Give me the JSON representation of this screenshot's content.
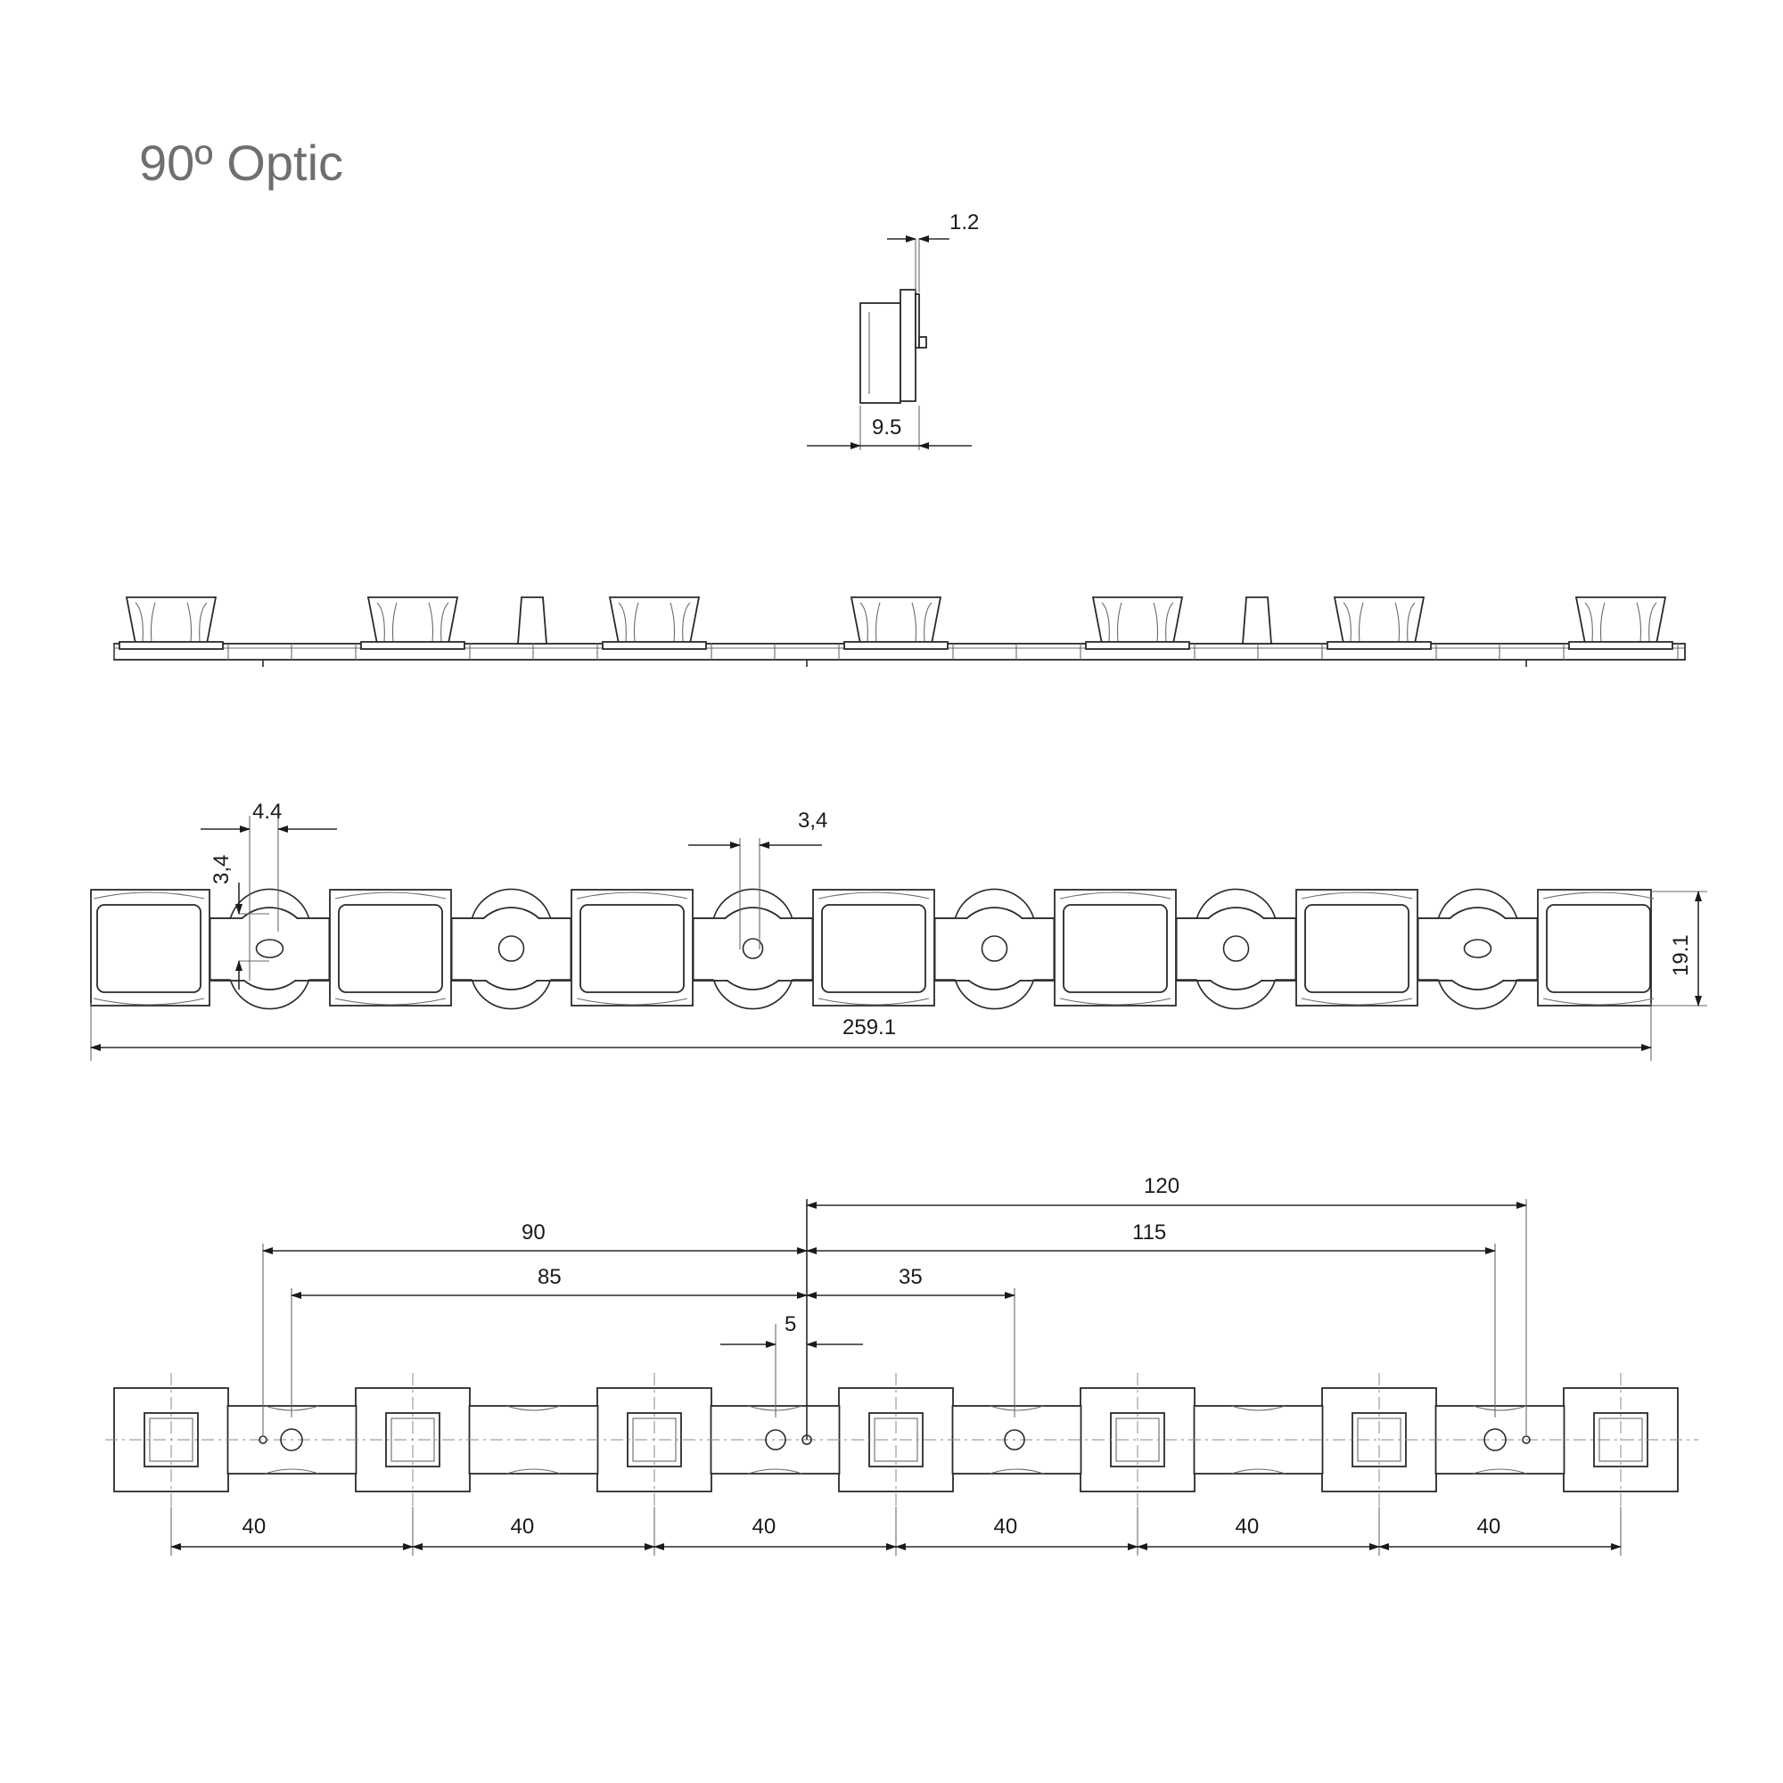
{
  "title": "90º Optic",
  "side_view": {
    "dim_thickness": "1.2",
    "dim_depth": "9.5"
  },
  "top_view": {
    "dim_slot_width": "4.4",
    "dim_slot_height": "3,4",
    "dim_hole": "3,4",
    "dim_height": "19.1",
    "dim_length": "259.1"
  },
  "bottom_view": {
    "dim_120": "120",
    "dim_115": "115",
    "dim_90": "90",
    "dim_85": "85",
    "dim_35": "35",
    "dim_5": "5",
    "pitch_labels": [
      "40",
      "40",
      "40",
      "40",
      "40",
      "40"
    ]
  }
}
